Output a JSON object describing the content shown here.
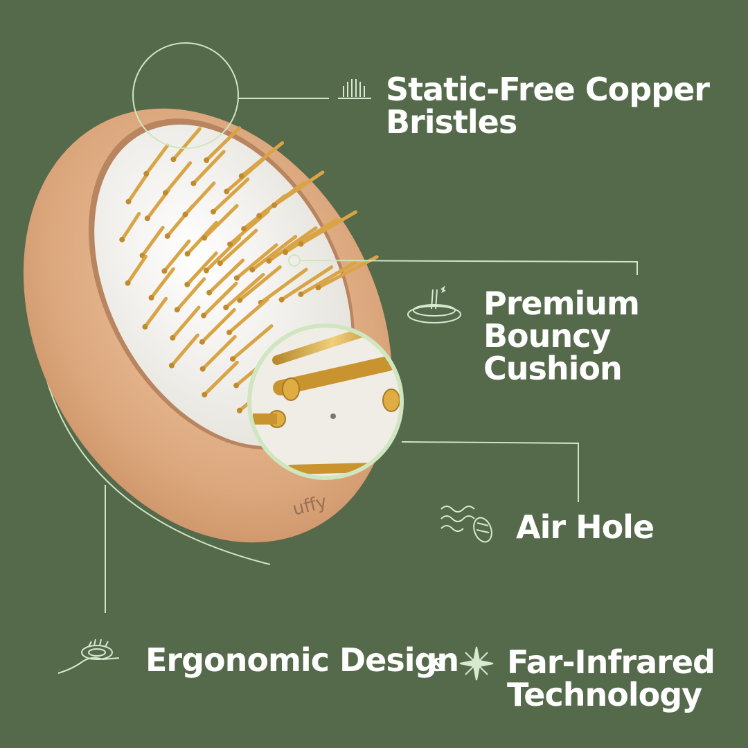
{
  "features": {
    "bristles": "Static-Free Copper Bristles",
    "cushion": "Premium Bouncy Cushion",
    "air_hole": "Air Hole",
    "ergonomic": "Ergonomic Design",
    "connector": "&",
    "far_infrared": "Far-Infrared Technology"
  },
  "brush": {
    "brand_mark": "uffy"
  },
  "colors": {
    "background": "#55694b",
    "accent_line": "#cfe6c0",
    "wood": "#d9a87e",
    "cushion": "#f3f1ec",
    "copper": "#d9a445",
    "text": "#ffffff"
  },
  "icons": [
    "bristles-icon",
    "cushion-icon",
    "air-hole-icon",
    "hand-brush-icon",
    "sparkle-icon"
  ]
}
